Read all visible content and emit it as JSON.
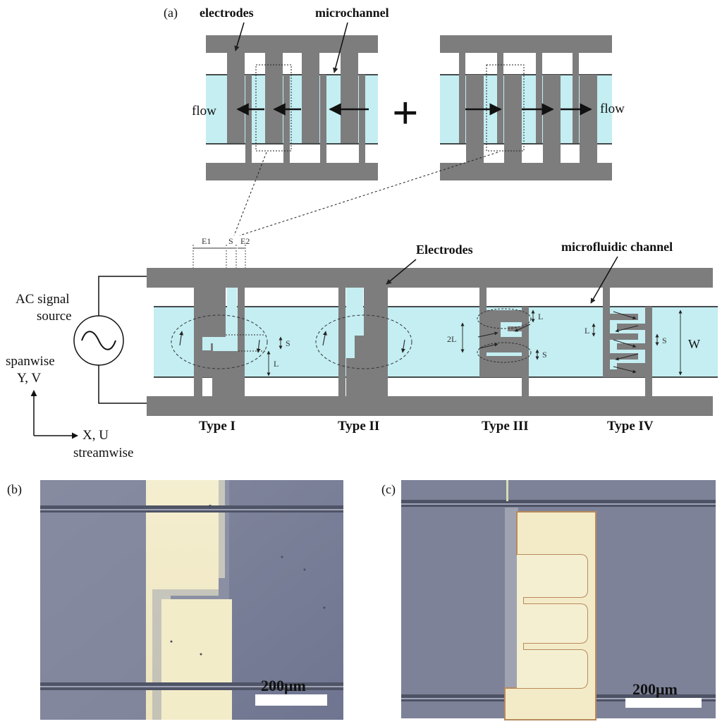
{
  "panel_a": {
    "panel_label": "(a)",
    "top_left": {
      "electrodes_label": "electrodes",
      "microchannel_label": "microchannel",
      "flow_label": "flow"
    },
    "top_right": {
      "flow_label": "flow"
    },
    "plus_symbol": "+",
    "dimensions": {
      "e1": "E1",
      "s": "S",
      "e2": "E2"
    },
    "main": {
      "electrodes_label": "Electrodes",
      "microfluidic_channel_label": "microfluidic channel",
      "ac_source_line1": "AC signal",
      "ac_source_line2": "source",
      "spanwise_line1": "spanwise",
      "spanwise_line2": "Y, V",
      "streamwise_line1": "X, U",
      "streamwise_line2": "streamwise",
      "w_label": "W",
      "s_label": "S",
      "l_label": "L",
      "two_l_label": "2L",
      "types": [
        "Type I",
        "Type II",
        "Type III",
        "Type IV"
      ]
    }
  },
  "panel_b": {
    "panel_label": "(b)",
    "scale_bar": "200μm"
  },
  "panel_c": {
    "panel_label": "(c)",
    "scale_bar": "200μm"
  },
  "colors": {
    "electrode": "#7d7d7d",
    "channel": "#c4eef2",
    "micro_background": "#7c8298",
    "micro_gold": "#f3eccb"
  }
}
